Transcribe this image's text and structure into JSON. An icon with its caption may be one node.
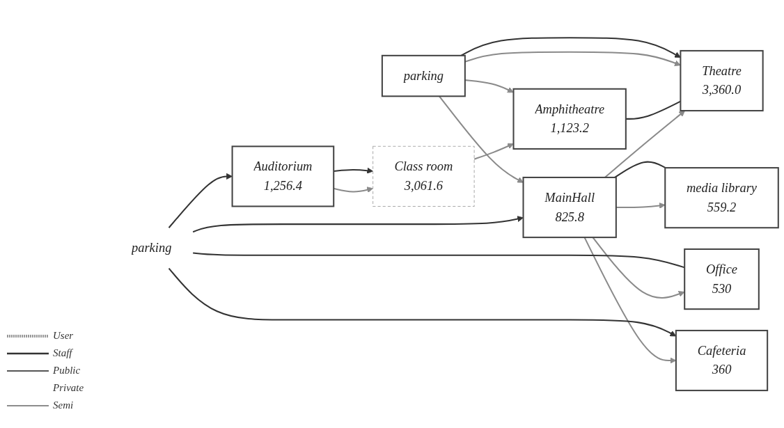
{
  "diagram": {
    "nodes": [
      {
        "text": [
          "media library",
          "559.2"
        ]
      },
      {
        "text": [
          "Auditorium",
          "1,256.4"
        ]
      },
      {
        "text": [
          "Class room",
          "3,061.6"
        ]
      },
      {
        "text": [
          "MainHall",
          "825.8"
        ]
      },
      {
        "text": [
          "Office",
          "530"
        ]
      },
      {
        "text": [
          "Cafeteria",
          "360"
        ]
      },
      {
        "text": [
          "parking"
        ]
      },
      {
        "text": [
          "Amphitheatre",
          "1,123.2"
        ]
      },
      {
        "text": [
          "Theatre",
          "3,360.0"
        ]
      },
      {
        "text": [
          "parking"
        ]
      }
    ],
    "edges": [
      {
        "from": 1,
        "to": 2,
        "arrow": "to"
      },
      {
        "from": 1,
        "to": 2,
        "arrow": "to",
        "color": "#333333"
      },
      {
        "from": 3,
        "to": 0,
        "arrow": "to"
      },
      {
        "from": 0,
        "to": 3,
        "arrow": "none",
        "color": "#333333"
      },
      {
        "from": 3,
        "to": 4,
        "arrow": "to"
      },
      {
        "from": 3,
        "to": 5,
        "arrow": "to"
      },
      {
        "from": 3,
        "to": 8,
        "arrow": "to"
      },
      {
        "from": 2,
        "to": 7,
        "arrow": "to"
      },
      {
        "from": 7,
        "to": 8,
        "arrow": "none",
        "color": "#333333"
      },
      {
        "from": 6,
        "to": 1,
        "arrow": "to",
        "color": "#333333"
      },
      {
        "from": 6,
        "to": 4,
        "arrow": "none",
        "color": "#333333"
      },
      {
        "from": 6,
        "to": 5,
        "arrow": "to",
        "color": "#333333"
      },
      {
        "from": 6,
        "to": 3,
        "arrow": "to",
        "color": "#333333"
      },
      {
        "from": 9,
        "to": 3,
        "arrow": "to"
      },
      {
        "from": 9,
        "to": 7,
        "arrow": "to"
      },
      {
        "from": 9,
        "to": 8,
        "arrow": "to"
      },
      {
        "from": 9,
        "to": 8,
        "arrow": "to",
        "color": "#333333"
      }
    ],
    "legend": [
      {
        "text": "User"
      },
      {
        "text": "Staff"
      },
      {
        "text": "Public"
      },
      {
        "text": "Private"
      },
      {
        "text": "Semi"
      }
    ]
  }
}
